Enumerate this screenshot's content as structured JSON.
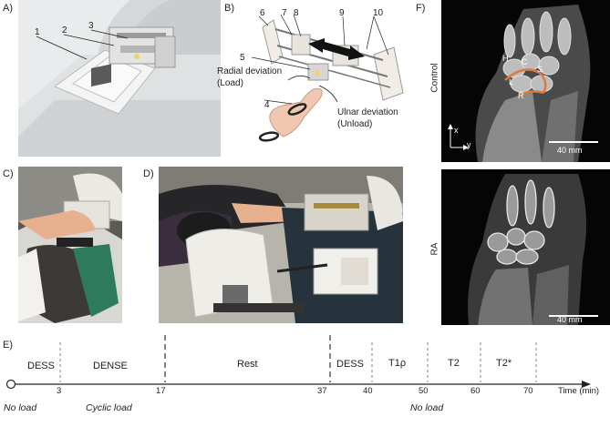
{
  "panels": {
    "a": "A)",
    "b": "B)",
    "c": "C)",
    "d": "D)",
    "e": "E)",
    "f": "F)"
  },
  "panel_a": {
    "callouts": [
      "1",
      "2",
      "3"
    ]
  },
  "panel_b": {
    "callouts": [
      "4",
      "5",
      "6",
      "7",
      "8",
      "9",
      "10"
    ],
    "radial_line1": "Radial deviation",
    "radial_line2": "(Load)",
    "ulnar_line1": "Ulnar deviation",
    "ulnar_line2": "(Unload)"
  },
  "panel_f": {
    "control_label": "Control",
    "ra_label": "RA",
    "bone_labels": [
      "H",
      "C",
      "S",
      "L",
      "R"
    ],
    "axis_x": "x",
    "axis_y": "y",
    "scale_bar": "40 mm"
  },
  "timeline": {
    "segments": [
      "DESS",
      "DENSE",
      "Rest",
      "DESS",
      "T1ρ",
      "T2",
      "T2*"
    ],
    "ticks": [
      "3",
      "17",
      "37",
      "40",
      "50",
      "60",
      "70"
    ],
    "axis_label": "Time (min)",
    "conditions": [
      "No load",
      "Cyclic load",
      "No load"
    ]
  }
}
